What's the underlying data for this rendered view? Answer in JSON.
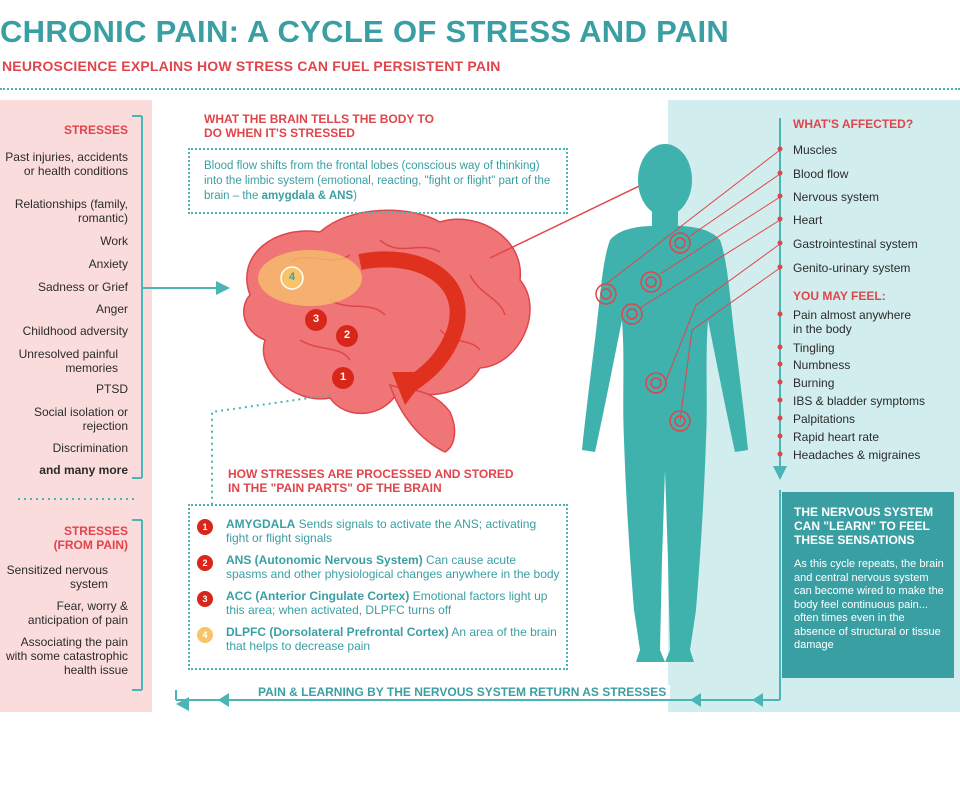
{
  "title": "CHRONIC PAIN: A CYCLE OF STRESS AND PAIN",
  "subtitle": "NEUROSCIENCE EXPLAINS HOW STRESS CAN FUEL PERSISTENT PAIN",
  "stresses": {
    "heading": "STRESSES",
    "items": [
      "Past injuries, accidents or health conditions",
      "Relationships (family, romantic)",
      "Work",
      "Anxiety",
      "Sadness or Grief",
      "Anger",
      "Childhood adversity",
      "Unresolved painful memories",
      "PTSD",
      "Social isolation or rejection",
      "Discrimination",
      "and many more"
    ]
  },
  "stresses_from_pain": {
    "heading": "STRESSES (FROM PAIN)",
    "items": [
      "Sensitized nervous system",
      "Fear, worry & anticipation of pain",
      "Associating the pain with some catastrophic health issue"
    ]
  },
  "brain_tells": {
    "heading": "WHAT THE BRAIN TELLS THE BODY TO DO WHEN IT'S STRESSED",
    "text_pre": "Blood flow shifts from the frontal lobes (conscious way of thinking) into the limbic system (emotional, reacting, \"fight or flight\" part of the brain – the ",
    "text_bold": "amygdala & ANS",
    "text_post": ")"
  },
  "brain_markers": [
    "1",
    "2",
    "3",
    "4"
  ],
  "processed": {
    "heading": "HOW STRESSES ARE PROCESSED AND STORED IN THE \"PAIN PARTS\" OF THE BRAIN",
    "items": [
      {
        "num": "1",
        "name": "AMYGDALA",
        "desc": "Sends signals to activate the ANS; activating fight or flight signals"
      },
      {
        "num": "2",
        "name": "ANS (Autonomic Nervous System)",
        "desc": "Can cause acute spasms and other physiological changes anywhere in the body"
      },
      {
        "num": "3",
        "name": "ACC (Anterior Cingulate Cortex)",
        "desc": "Emotional factors light up this area; when activated, DLPFC turns off"
      },
      {
        "num": "4",
        "name": "DLPFC (Dorsolateral Prefrontal Cortex)",
        "desc": "An area of the brain that helps to decrease pain"
      }
    ]
  },
  "affected": {
    "heading": "WHAT'S AFFECTED?",
    "items": [
      "Muscles",
      "Blood flow",
      "Nervous system",
      "Heart",
      "Gastrointestinal system",
      "Genito-urinary system"
    ]
  },
  "feel": {
    "heading": "YOU MAY FEEL:",
    "items": [
      "Pain almost anywhere in the body",
      "Tingling",
      "Numbness",
      "Burning",
      "IBS & bladder symptoms",
      "Palpitations",
      "Rapid heart rate",
      "Headaches & migraines"
    ]
  },
  "nervous": {
    "heading": "THE NERVOUS SYSTEM CAN \"LEARN\" TO FEEL THESE SENSATIONS",
    "text": "As this cycle repeats, the brain and central nervous system can become wired to make the body feel continuous pain... often times even in the absence of structural or tissue damage"
  },
  "bottom_label": "PAIN & LEARNING BY THE NERVOUS SYSTEM RETURN AS STRESSES",
  "colors": {
    "teal": "#3a9fa3",
    "red": "#e0454b",
    "pink_bg": "#fbdcdc",
    "teal_bg": "#d2eded",
    "brain": "#f07577",
    "orange": "#f7c46c"
  }
}
